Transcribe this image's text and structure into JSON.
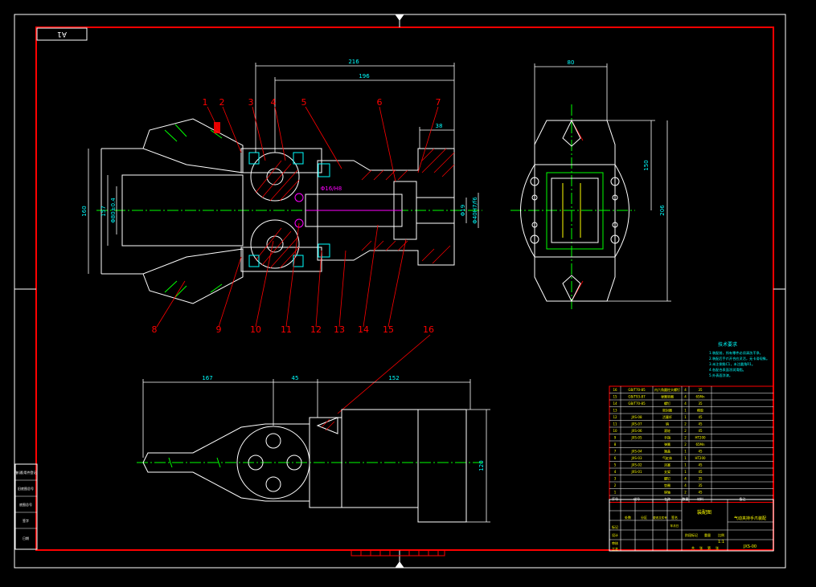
{
  "drawing": {
    "sheet_tag": "A1",
    "colors": {
      "background": "#000000",
      "frame": "#ff0000",
      "outline": "#ffffff",
      "dimension": "#00ffff",
      "centerline": "#00ff00",
      "hatch": "#ff0000",
      "leader": "#ff0000",
      "text": "#ffff00",
      "detail": "#00ffff"
    },
    "balloons": [
      "1",
      "2",
      "3",
      "4",
      "5",
      "6",
      "7",
      "8",
      "9",
      "10",
      "11",
      "12",
      "13",
      "14",
      "15",
      "16"
    ],
    "dimensions": {
      "front_overall": "216",
      "front_inner": "196",
      "front_small": "38",
      "front_height_left": "160",
      "front_height_inner": "157",
      "front_bore": "Φ80±0.4",
      "front_shaft": "Φ19",
      "front_cyl": "Φ40H7/f6",
      "front_mid_tag": "Φ16/H8",
      "side_width": "80",
      "side_height_inner": "150",
      "side_height_outer": "206",
      "top_left": "167",
      "top_mid": "45",
      "top_right": "152",
      "top_height": "120"
    },
    "notes_title": "技术要求",
    "notes_lines": [
      "1.装配前，所有零件必须清洗干净。",
      "2.装配后手爪开合应灵活，无卡滞现象。",
      "3.未注倒角C1，未注圆角R1。",
      "4.各配合表面涂润滑脂。",
      "5.外表面涂漆。"
    ],
    "bom_rows": [
      [
        "16",
        "GB/T70-85",
        "内六角圆柱头螺钉",
        "4",
        "35",
        ""
      ],
      [
        "15",
        "GB/T93-87",
        "弹簧垫圈",
        "4",
        "65Mn",
        ""
      ],
      [
        "14",
        "GB/T70-85",
        "螺钉",
        "4",
        "35",
        ""
      ],
      [
        "13",
        "",
        "密封圈",
        "1",
        "橡胶",
        ""
      ],
      [
        "12",
        "JXS-08",
        "活塞杆",
        "1",
        "45",
        ""
      ],
      [
        "11",
        "JXS-07",
        "销",
        "2",
        "45",
        ""
      ],
      [
        "10",
        "JXS-06",
        "滚轮",
        "2",
        "45",
        ""
      ],
      [
        "9",
        "JXS-05",
        "手指",
        "2",
        "HT200",
        ""
      ],
      [
        "8",
        "",
        "弹簧",
        "2",
        "65Mn",
        ""
      ],
      [
        "7",
        "JXS-04",
        "端盖",
        "1",
        "45",
        ""
      ],
      [
        "6",
        "JXS-03",
        "气缸体",
        "1",
        "HT200",
        ""
      ],
      [
        "5",
        "JXS-02",
        "活塞",
        "1",
        "45",
        ""
      ],
      [
        "4",
        "JXS-01",
        "支架",
        "1",
        "45",
        ""
      ],
      [
        "3",
        "",
        "螺钉",
        "4",
        "35",
        ""
      ],
      [
        "2",
        "",
        "垫圈",
        "4",
        "35",
        ""
      ],
      [
        "1",
        "",
        "销轴",
        "2",
        "45",
        ""
      ]
    ],
    "bom_header": [
      "序号",
      "代号",
      "名称",
      "数量",
      "材料",
      "备注"
    ],
    "title_block": {
      "part_title": "装配图",
      "assembly_name": "气动夹持手爪装配",
      "drawing_no": "JXS-00",
      "scale": "1:1",
      "row_labels": [
        "标记",
        "设计",
        "审核",
        "工艺"
      ],
      "col_labels": [
        "处数",
        "分区",
        "更改文件号",
        "签名",
        "年月日"
      ],
      "stage_label": "阶段标记",
      "weight_label": "重量",
      "scale_label": "比例",
      "sheet_labels": [
        "共",
        "张",
        "第",
        "张"
      ]
    },
    "left_strip": [
      "借(通)用件登记",
      "旧底图总号",
      "底图总号",
      "签字",
      "日期"
    ]
  }
}
